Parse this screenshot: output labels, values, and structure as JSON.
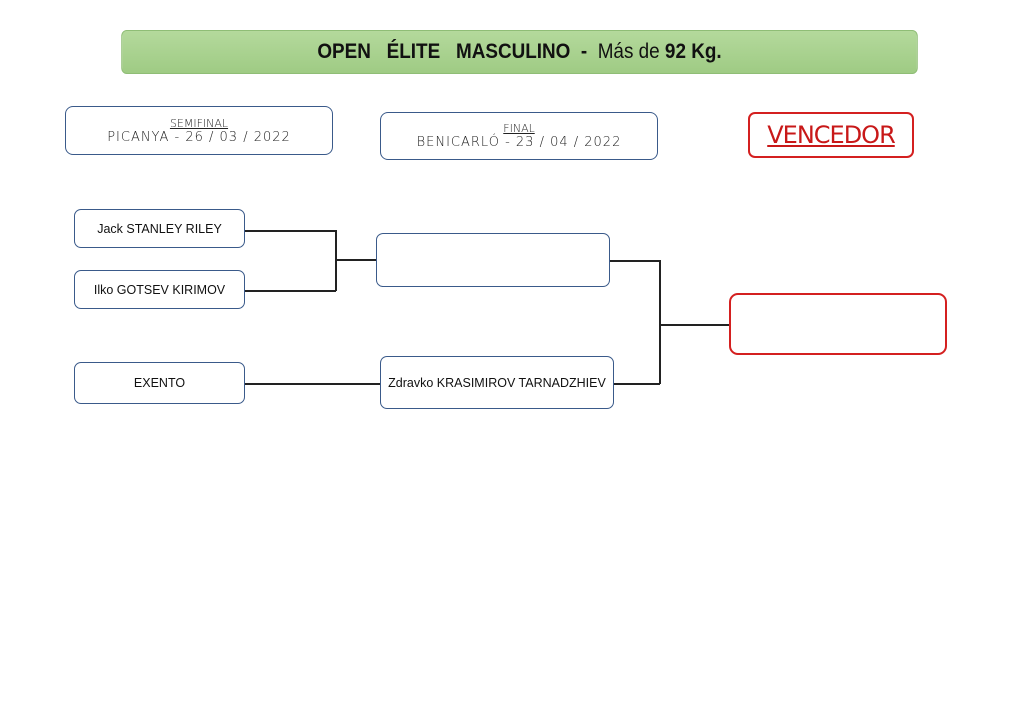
{
  "title": {
    "part1": "OPEN   ÉLITE   MASCULINO  - ",
    "part2": " Más de ",
    "part3": "92 Kg."
  },
  "headers": {
    "semifinal": {
      "label": "SEMIFINAL",
      "detail": "PICANYA - 26 / 03 / 2022"
    },
    "final": {
      "label": "FINAL",
      "detail": "BENICARLÓ - 23 / 04 / 2022"
    },
    "winner": {
      "label": "VENCEDOR"
    }
  },
  "bracket": {
    "semifinal": [
      "Jack STANLEY RILEY",
      "Ilko GOTSEV KIRIMOV",
      "EXENTO"
    ],
    "final": [
      "",
      "Zdravko KRASIMIROV TARNADZHIEV"
    ],
    "winner": ""
  },
  "colors": {
    "accent_green": "#a9d18e",
    "winner_red": "#d42020",
    "box_border": "#3a5a8a"
  }
}
